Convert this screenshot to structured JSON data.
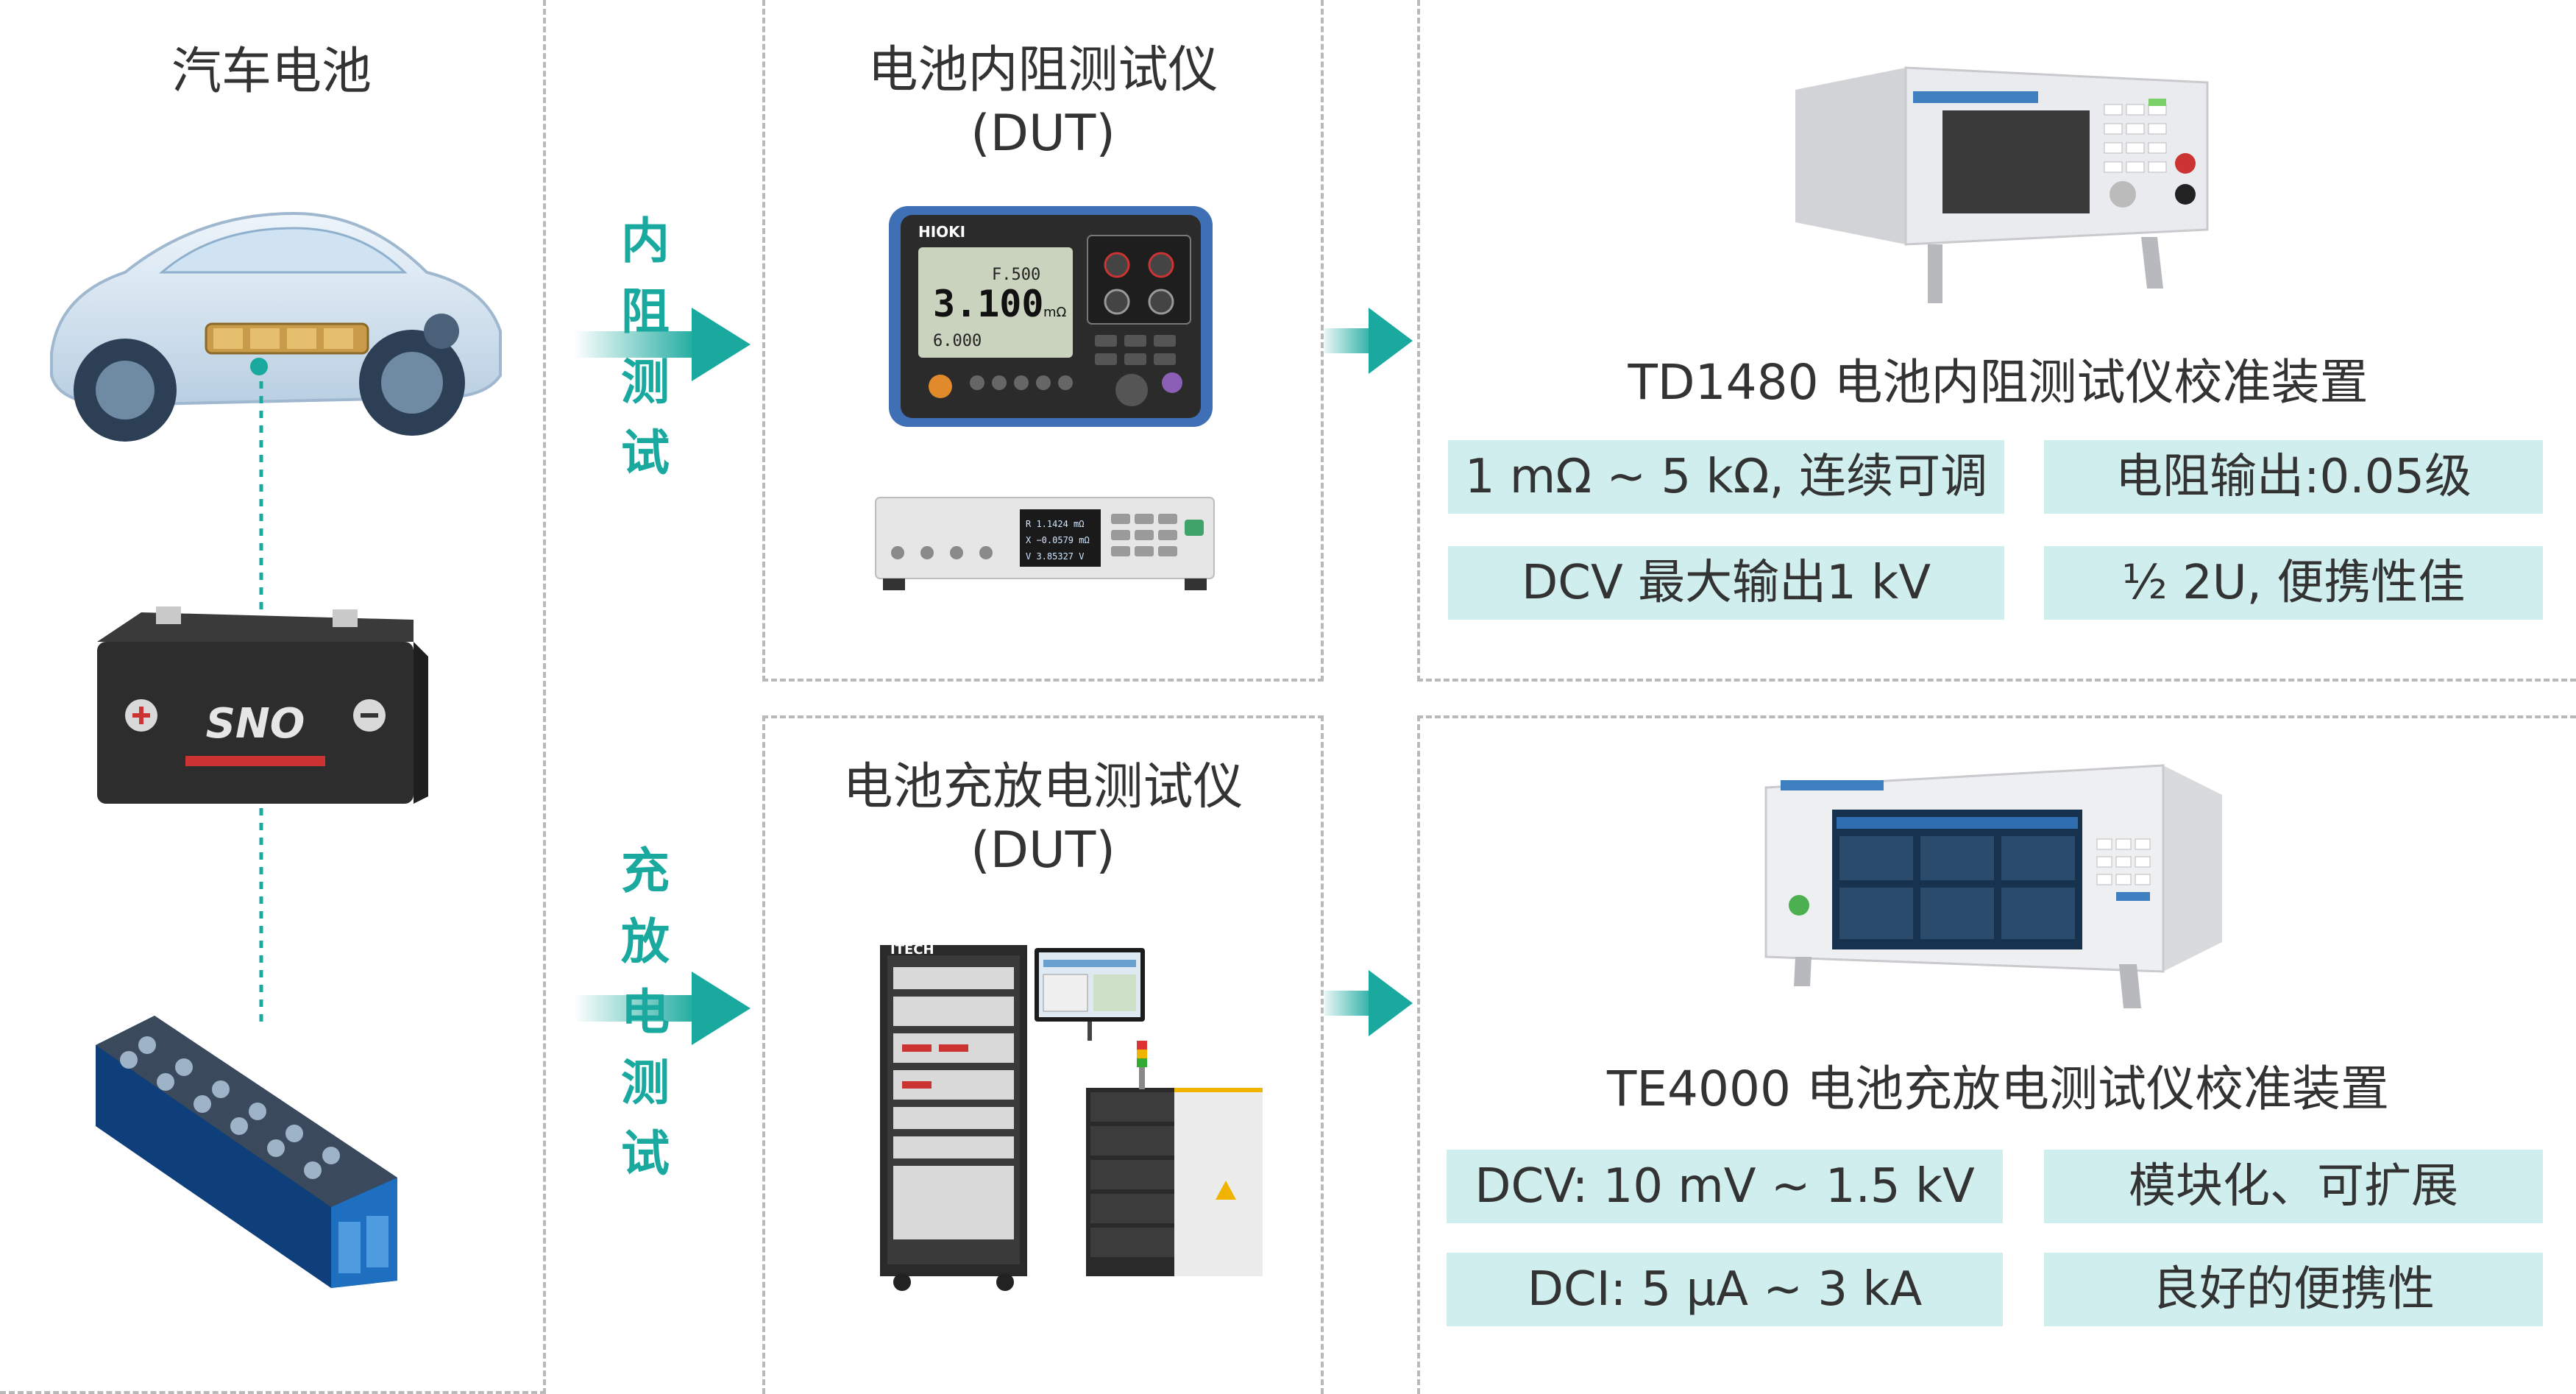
{
  "left_panel": {
    "title": "汽车电池"
  },
  "dut_top": {
    "title_line1": "电池内阻测试仪",
    "title_line2": "(DUT)",
    "meter_brand": "HIOKI",
    "meter_reading_main": "3.100",
    "meter_reading_unit": "mΩ",
    "meter_reading_a": "F.500",
    "meter_reading_b": "6.000",
    "bench_reading_1": "R  1.1424 mΩ",
    "bench_reading_2": "X  −0.0579 mΩ",
    "bench_reading_3": "V  3.85327 V"
  },
  "dut_bottom": {
    "title_line1": "电池充放电测试仪",
    "title_line2": "(DUT)",
    "rack_brand": "ITECH"
  },
  "labels": {
    "internal_resistance": [
      "内",
      "阻",
      "测",
      "试"
    ],
    "charge_discharge": [
      "充",
      "放",
      "电",
      "测",
      "试"
    ]
  },
  "calib_top": {
    "name": "TD1480 电池内阻测试仪校准装置",
    "specs": [
      "1 mΩ ~ 5 kΩ, 连续可调",
      "电阻输出:0.05级",
      "DCV 最大输出1 kV",
      "½ 2U, 便携性佳"
    ]
  },
  "calib_bottom": {
    "name": "TE4000 电池充放电测试仪校准装置",
    "specs": [
      "DCV: 10 mV ~ 1.5 kV",
      "模块化、可扩展",
      "DCI: 5 μA ~ 3 kA",
      "良好的便携性"
    ]
  },
  "battery_brand": "SNO",
  "colors": {
    "accent": "#1aa99e",
    "spec_bg": "#cfeeed",
    "border": "#b9b9b9"
  }
}
